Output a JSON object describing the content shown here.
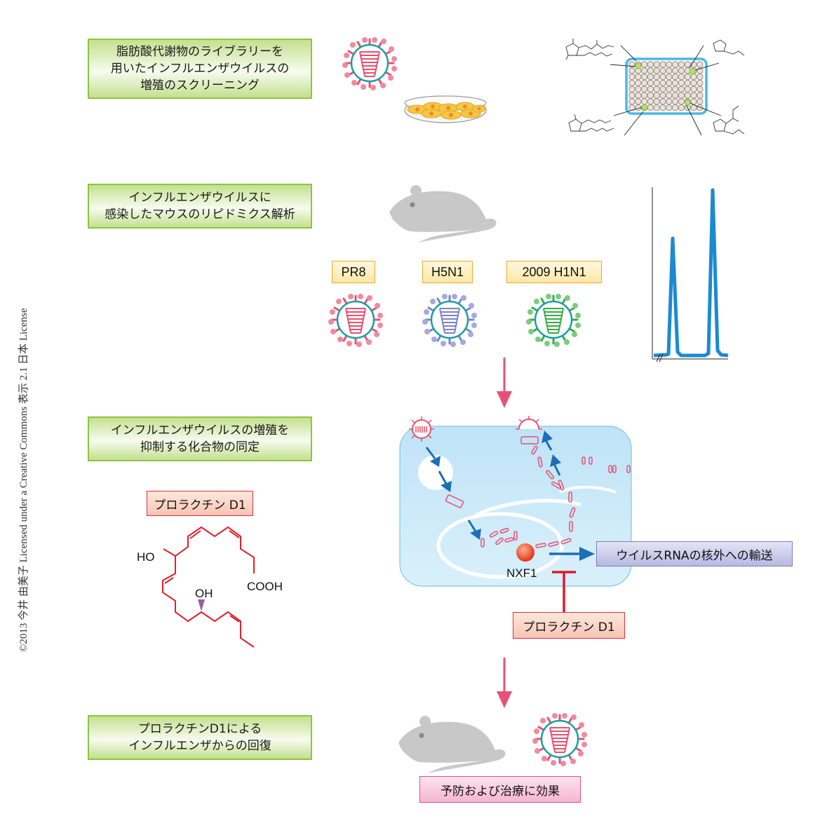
{
  "credit": "©2013 今井 由美子 Licensed under a Creative Commons 表示 2.1 日本 License",
  "steps": [
    {
      "lines": [
        "脂肪酸代謝物のライブラリーを",
        "用いたインフルエンザウイルスの",
        "増殖のスクリーニング"
      ]
    },
    {
      "lines": [
        "インフルエンザウイルスに",
        "感染したマウスのリピドミクス解析"
      ]
    },
    {
      "lines": [
        "インフルエンザウイルスの増殖を",
        "抑制する化合物の同定"
      ]
    },
    {
      "lines": [
        "プロラクチンD1による",
        "インフルエンザからの回復"
      ]
    }
  ],
  "strains": [
    {
      "label": "PR8",
      "color": "#e8506e"
    },
    {
      "label": "H5N1",
      "color": "#7b82c8"
    },
    {
      "label": "2009 H1N1",
      "color": "#3aaa48"
    }
  ],
  "compound": {
    "name": "プロラクチン D1",
    "groups": {
      "ho": "HO",
      "oh": "OH",
      "acid": "COOH"
    }
  },
  "mechanism": {
    "protein": "NXF1",
    "process": "ウイルスRNAの核外への輸送",
    "inhibitor": "プロラクチン D1"
  },
  "outcome": "予防および治療に効果",
  "colors": {
    "step_border": "#8cc63f",
    "virus_pink": "#e8506e",
    "virus_envelope": "#1aa0a0",
    "arrow_pink": "#e8507a",
    "arrow_blue": "#1a6fb8",
    "chromatogram": "#1b8ad2",
    "cell_fill": "#cfe9f8",
    "inhibit_red": "#d81e2e"
  }
}
